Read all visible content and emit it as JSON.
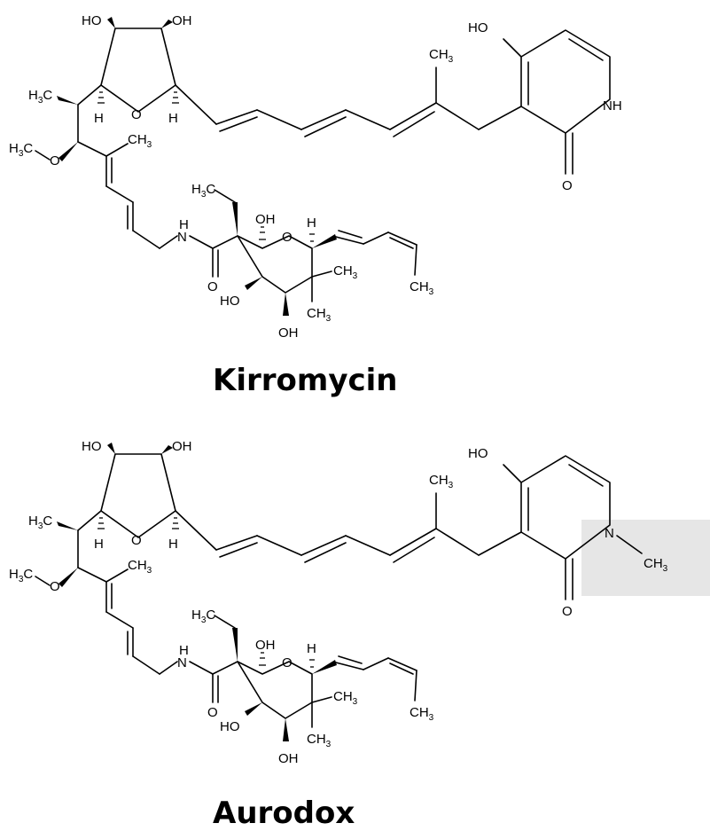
{
  "molecules": [
    {
      "name": "Kirromycin",
      "labels": {
        "ho_furan_left": "HO",
        "oh_furan_right": "OH",
        "ho_pyridone": "HO",
        "methyl_top": "CH",
        "nh": "NH",
        "o_carbonyl": "O",
        "h3c_left": "H",
        "h_ring_left": "H",
        "o_furan": "O",
        "h_ring_right": "H",
        "h3co": "H",
        "o_methoxy": "O",
        "methyl_chain": "CH",
        "h3c_ethyl": "H",
        "oh_pyran": "OH",
        "o_pyran": "O",
        "h_pyran": "H",
        "nh_amide": "N",
        "h_amide": "H",
        "o_amide": "O",
        "ch3_gem1": "CH",
        "ch3_gem2": "CH",
        "ho_pyran": "HO",
        "oh_pyran_bottom": "OH",
        "ch3_tail": "CH"
      }
    },
    {
      "name": "Aurodox",
      "labels": {
        "n_methyl": "N",
        "ch3_n": "CH"
      }
    }
  ],
  "highlight_color": "#e6e6e6"
}
